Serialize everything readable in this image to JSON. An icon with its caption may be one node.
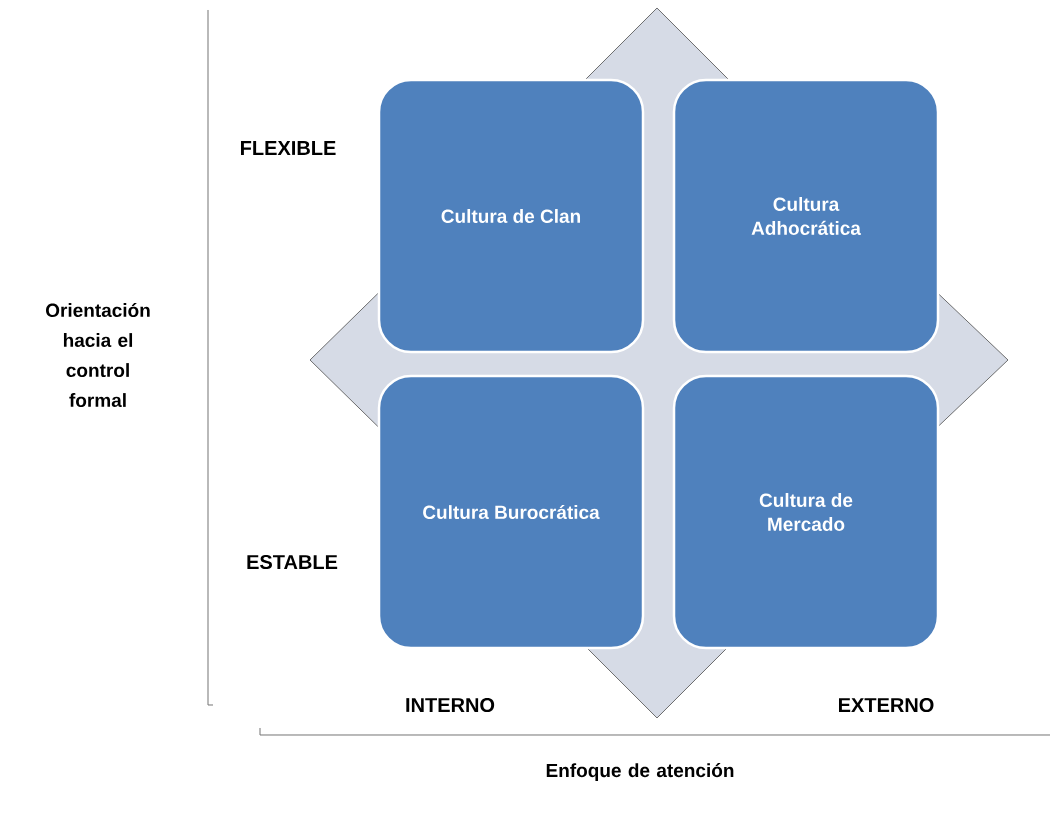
{
  "diagram": {
    "nodes": [
      {
        "text": [
          "Cultura de Clan"
        ]
      },
      {
        "text": [
          "Cultura Adhocrática"
        ]
      },
      {
        "text": [
          "Cultura Burocrática"
        ]
      },
      {
        "text": [
          "Cultura de Mercado"
        ]
      }
    ],
    "labels": [
      "FLEXIBLE",
      "Orientación hacia el control formal",
      "ESTABLE",
      "INTERNO",
      "EXTERNO",
      "Enfoque de atención"
    ]
  }
}
